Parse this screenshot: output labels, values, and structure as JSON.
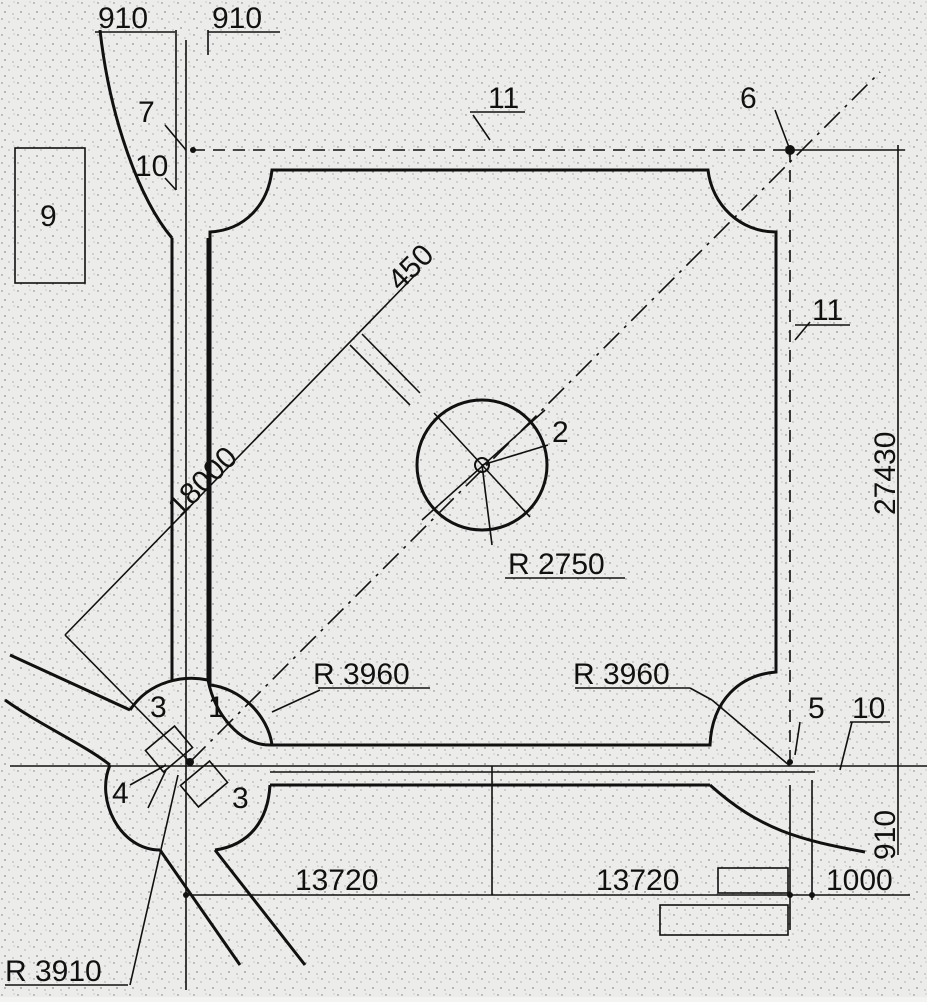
{
  "drawing": {
    "dim_top_left": "910",
    "dim_top_right": "910",
    "dim_diagonal": "18000",
    "dim_offset": "450",
    "dim_height": "27430",
    "dim_right_bottom": "910",
    "dim_bottom_1": "13720",
    "dim_bottom_2": "13720",
    "dim_bottom_3": "1000",
    "radius_center": "R 2750",
    "radius_corner_left": "R 3960",
    "radius_corner_right": "R 3960",
    "radius_road": "R 3910",
    "callouts": {
      "c1": "1",
      "c2": "2",
      "c3a": "3",
      "c3b": "3",
      "c4": "4",
      "c5": "5",
      "c6": "6",
      "c7": "7",
      "c9": "9",
      "c10a": "10",
      "c10b": "10",
      "c11a": "11",
      "c11b": "11"
    }
  }
}
